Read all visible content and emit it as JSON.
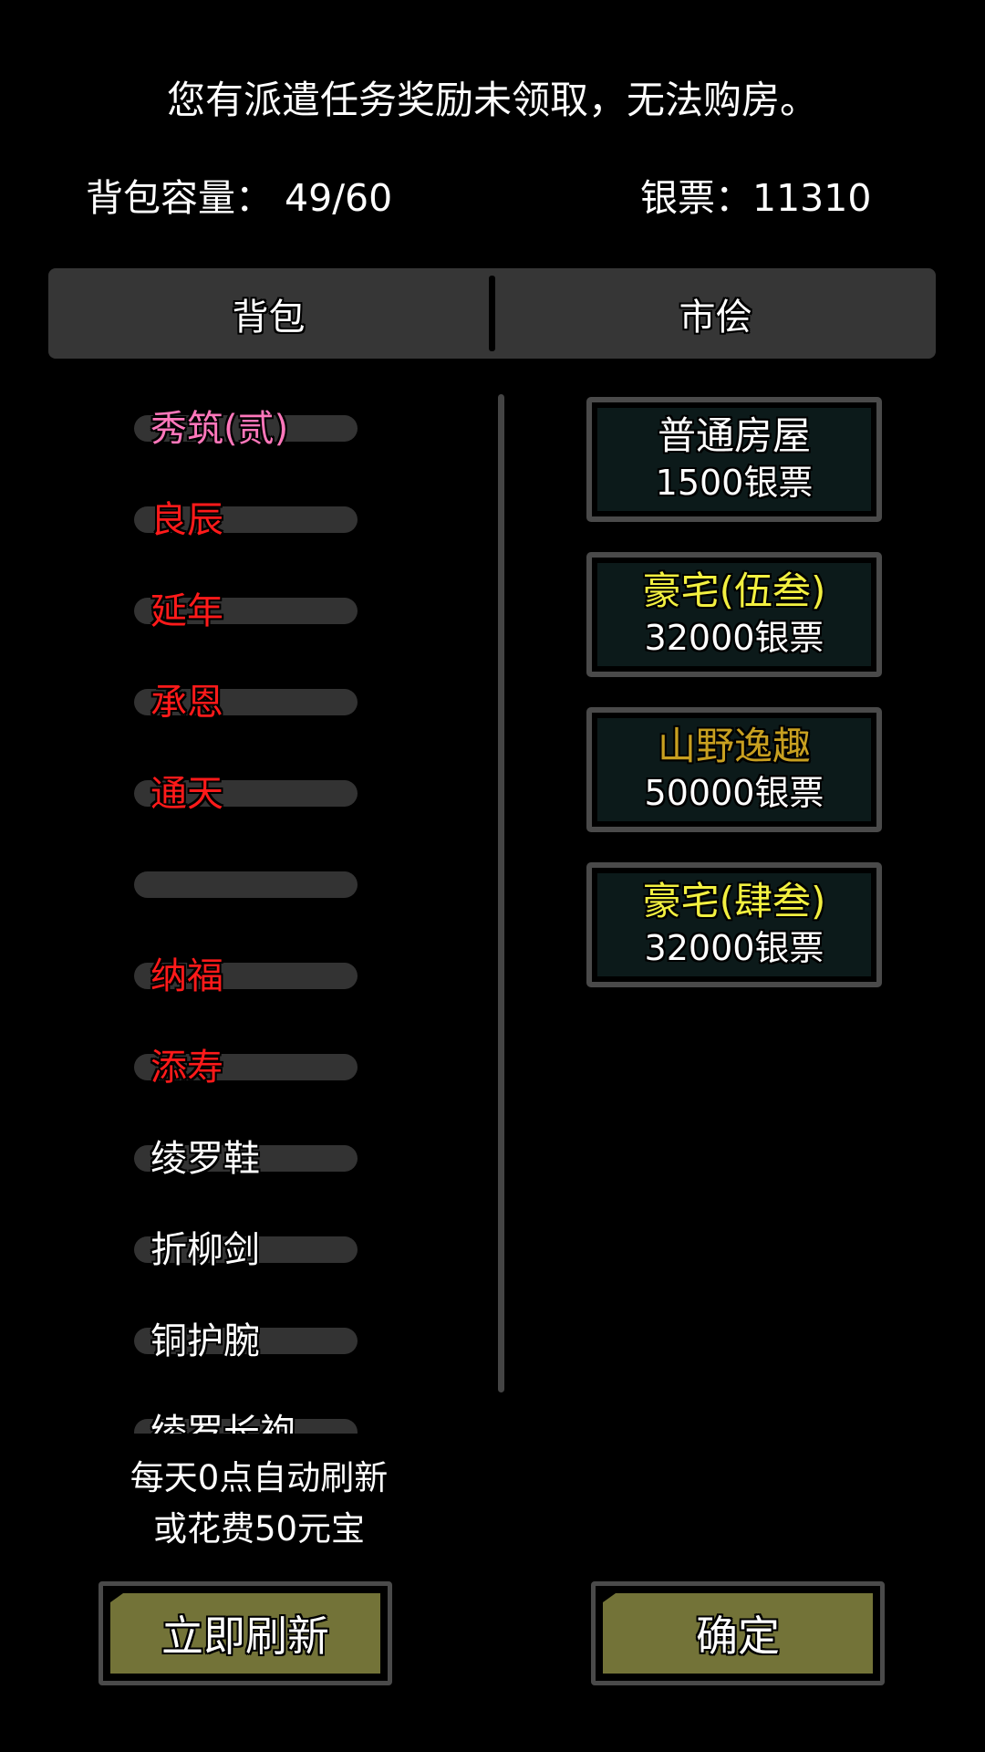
{
  "header": {
    "capacity_label": "背包容量：",
    "capacity_value": "49/60",
    "silver_label": "银票：",
    "silver_value": "11310"
  },
  "tabs": [
    {
      "label": "背包"
    },
    {
      "label": "市侩"
    }
  ],
  "bag_items": [
    {
      "name": "秀筑(贰)",
      "color": "#ff77bb"
    },
    {
      "name": "良辰",
      "color": "#ff1a1a"
    },
    {
      "name": "延年",
      "color": "#ff1a1a"
    },
    {
      "name": "承恩",
      "color": "#ff1a1a"
    },
    {
      "name": "通天",
      "color": "#ff1a1a"
    },
    {
      "name": "",
      "color": "#ff1a1a"
    },
    {
      "name": "纳福",
      "color": "#ff1a1a"
    },
    {
      "name": "添寿",
      "color": "#ff1a1a"
    },
    {
      "name": "绫罗鞋",
      "color": "#ffffff"
    },
    {
      "name": "折柳剑",
      "color": "#ffffff"
    },
    {
      "name": "铜护腕",
      "color": "#ffffff"
    },
    {
      "name": "绫罗长袍",
      "color": "#ffffff"
    }
  ],
  "shop": [
    {
      "title": "普通房屋",
      "price": "1500银票",
      "color": "#ffffff"
    },
    {
      "title": "豪宅(伍叁)",
      "price": "32000银票",
      "color": "#f2f040"
    },
    {
      "title": "山野逸趣",
      "price": "50000银票",
      "color": "#c8a020"
    },
    {
      "title": "豪宅(肆叁)",
      "price": "32000银票",
      "color": "#f2f040"
    }
  ],
  "toast": "您有派遣任务奖励未领取，无法购房。",
  "refresh_note": {
    "line1": "每天0点自动刷新",
    "line2": "或花费50元宝"
  },
  "buttons": {
    "refresh": "立即刷新",
    "confirm": "确定"
  }
}
